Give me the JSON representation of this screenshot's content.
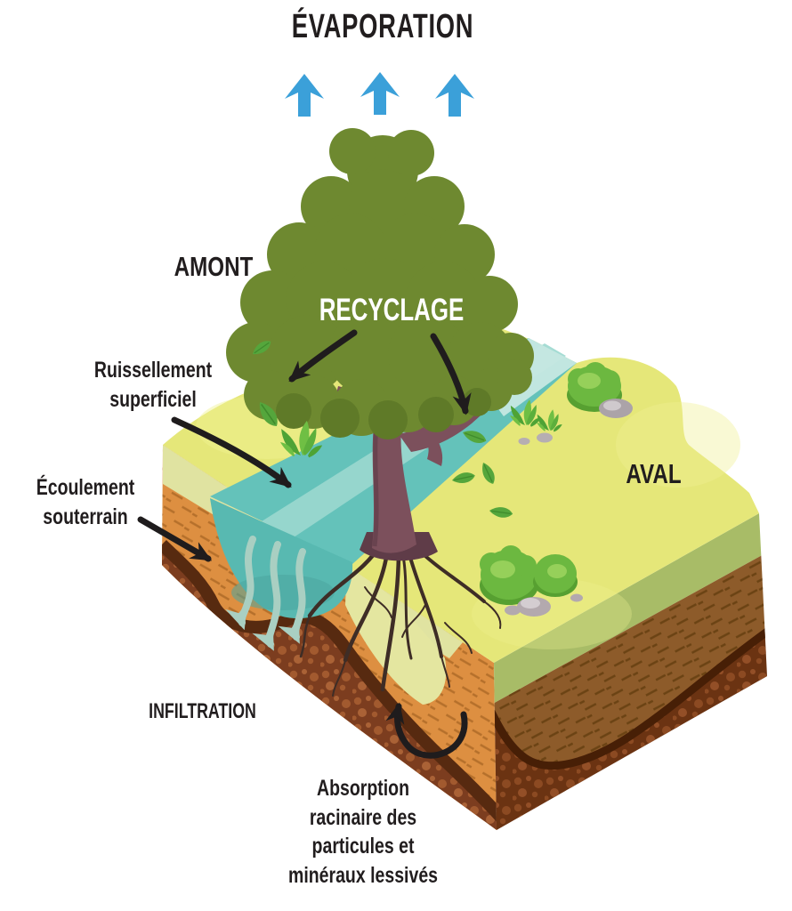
{
  "diagram": {
    "type": "illustration",
    "title": "ÉVAPORATION",
    "labels": {
      "amont": "AMONT",
      "recyclage": "RECYCLAGE",
      "ruissellement": "Ruissellement\nsuperficiel",
      "ecoulement": "Écoulement\nsouterrain",
      "aval": "AVAL",
      "infiltration": "INFILTRATION",
      "absorption": "Absorption\nracinaire des\nparticules et\nminéraux lessivés"
    },
    "colors": {
      "evaporation_arrows": "#3BA0D9",
      "text": "#211D1E",
      "recyclage_text": "#FFFFFF",
      "canopy": "#6E8930",
      "canopy_dark": "#5F7A28",
      "trunk": "#7C505C",
      "trunk_dark": "#5F3C48",
      "grass_top": "#E5E779",
      "grass_side": "#A8BC67",
      "cut_pale": "#E0E3A1",
      "soil_orange": "#DD8F41",
      "soil_brown": "#8D5B2A",
      "subsoil_front": "#7C3D1F",
      "subsoil_side": "#6B3312",
      "water": "#64C2BA",
      "water_light": "#9BD8CF",
      "infiltration_arrows": "#A9CFC2",
      "label_arrows": "#1F1C1D",
      "bush": "#6CB840",
      "leaf": "#55A63C",
      "roots": "#3E2D26"
    },
    "icons": {
      "evaporation": "up-arrow-icon",
      "flows": "black-curved-arrow-icon",
      "infiltration": "wavy-down-arrow-icon",
      "vegetation": [
        "tree-icon",
        "bush-icon",
        "grass-tuft-icon",
        "leaf-icon"
      ],
      "terrain": [
        "soil-block",
        "water-channel",
        "rock-icon"
      ]
    }
  }
}
